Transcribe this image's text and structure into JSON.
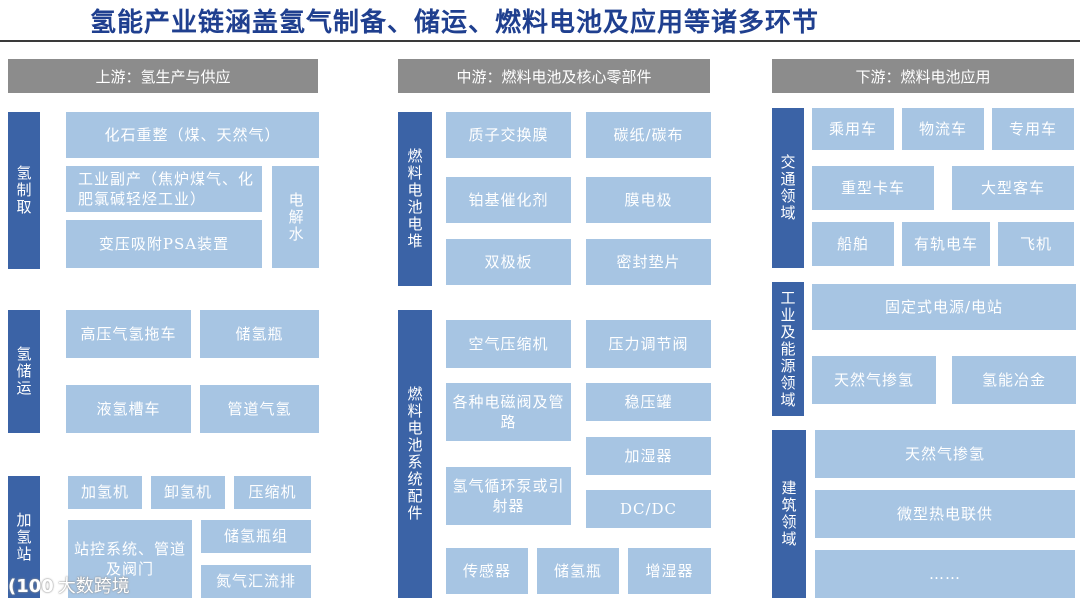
{
  "title": "氢能产业链涵盖氢气制备、储运、燃料电池及应用等诸多环节",
  "upstream": {
    "header": "上游：氢生产与供应",
    "production": {
      "label": "氢制取",
      "items": [
        "化石重整（煤、天然气）",
        "工业副产（焦炉煤气、化肥氯碱轻烃工业）",
        "变压吸附PSA装置"
      ],
      "electrolysis": "电解水"
    },
    "storage": {
      "label": "氢储运",
      "items": [
        "高压气氢拖车",
        "储氢瓶",
        "液氢槽车",
        "管道气氢"
      ]
    },
    "station": {
      "label": "加氢站",
      "items": [
        "加氢机",
        "卸氢机",
        "压缩机",
        "站控系统、管道及阀门",
        "储氢瓶组",
        "氮气汇流排"
      ]
    }
  },
  "midstream": {
    "header": "中游：燃料电池及核心零部件",
    "stack": {
      "label": "燃料电池电堆",
      "items": [
        "质子交换膜",
        "碳纸/碳布",
        "铂基催化剂",
        "膜电极",
        "双极板",
        "密封垫片"
      ]
    },
    "system": {
      "label": "燃料电池系统配件",
      "items": [
        "空气压缩机",
        "压力调节阀",
        "各种电磁阀及管路",
        "稳压罐",
        "加湿器",
        "氢气循环泵或引射器",
        "DC/DC",
        "传感器",
        "储氢瓶",
        "增湿器"
      ]
    }
  },
  "downstream": {
    "header": "下游：燃料电池应用",
    "transport": {
      "label": "交通领域",
      "items": [
        "乘用车",
        "物流车",
        "专用车",
        "重型卡车",
        "大型客车",
        "船舶",
        "有轨电车",
        "飞机"
      ]
    },
    "industry": {
      "label": "工业及能源领域",
      "items": [
        "固定式电源/电站",
        "天然气掺氢",
        "氢能冶金"
      ]
    },
    "building": {
      "label": "建筑领域",
      "items": [
        "天然气掺氢",
        "微型热电联供",
        "……"
      ]
    }
  },
  "watermark": {
    "logo": "(100",
    "text": "大数跨境"
  }
}
